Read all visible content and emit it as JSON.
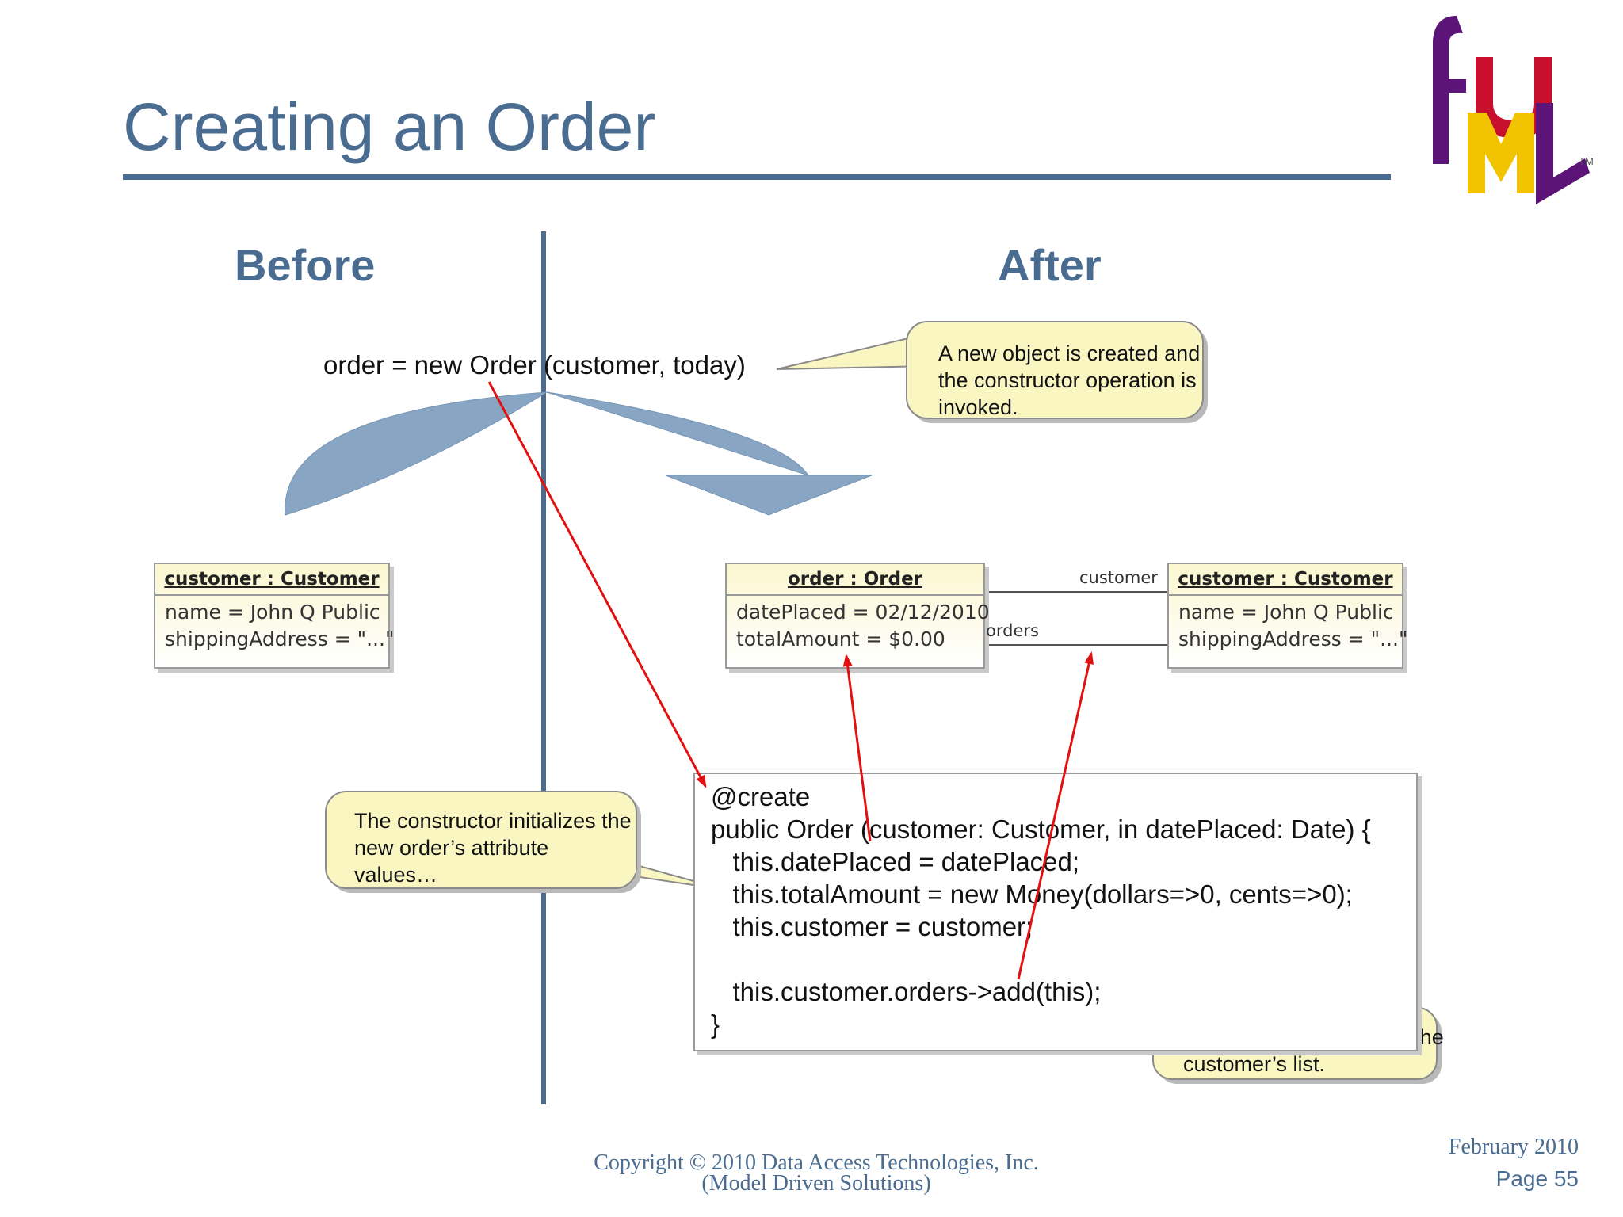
{
  "slide": {
    "title": "Creating an Order",
    "before_label": "Before",
    "after_label": "After",
    "statement": "order = new Order (customer, today)"
  },
  "callouts": {
    "new_object": "A new object is created and the constructor operation is invoked.",
    "initializes": "The constructor initializes the new order’s attribute values…",
    "adds_order": "…and adds the order to the customer’s list."
  },
  "objects": {
    "before_customer": {
      "header": "customer : Customer",
      "attributes": [
        "name = John Q Public",
        "shippingAddress = \"...\""
      ]
    },
    "order": {
      "header": "order : Order",
      "attributes": [
        "datePlaced = 02/12/2010",
        "totalAmount = $0.00"
      ]
    },
    "after_customer": {
      "header": "customer : Customer",
      "attributes": [
        "name = John Q Public",
        "shippingAddress = \"...\""
      ]
    }
  },
  "association": {
    "customer_end": "customer",
    "orders_end": "orders"
  },
  "code": [
    "@create",
    "public Order (customer: Customer, in datePlaced: Date) {",
    "   this.datePlaced = datePlaced;",
    "   this.totalAmount = new Money(dollars=>0, cents=>0);",
    "   this.customer = customer;",
    "",
    "   this.customer.orders->add(this);",
    "}"
  ],
  "footer": {
    "copyright_line1": "Copyright © 2010 Data Access Technologies, Inc.",
    "copyright_line2": "(Model Driven Solutions)",
    "date": "February 2010",
    "page": "Page 55"
  },
  "logo": {
    "text": "fUML",
    "trademark": "TM"
  },
  "colors": {
    "title_blue": "#4a6c91",
    "arrow_fill": "#88a6c4",
    "callout_fill": "#faf6c2",
    "pointer_red": "#e21010",
    "logo_purple": "#5c1478",
    "logo_red": "#c8102e",
    "logo_yellow": "#f2c400"
  }
}
